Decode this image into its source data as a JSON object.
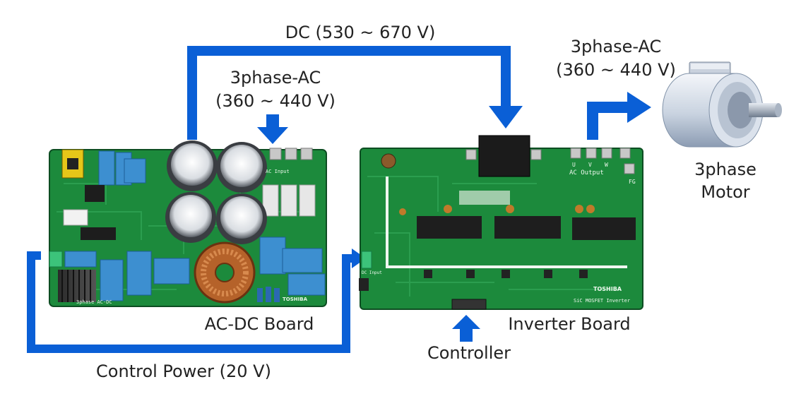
{
  "labels": {
    "dc_bus": "DC (530 ~ 670 V)",
    "input_ac_line1": "3phase-AC",
    "input_ac_line2": "(360 ~ 440 V)",
    "output_ac_line1": "3phase-AC",
    "output_ac_line2": "(360 ~ 440 V)",
    "motor_line1": "3phase",
    "motor_line2": "Motor",
    "acdc_board": "AC-DC Board",
    "inverter_board": "Inverter Board",
    "controller": "Controller",
    "control_power": "Control Power (20 V)"
  },
  "board_markings": {
    "acdc_silk": "3phase AC-DC",
    "acdc_input": "AC Input",
    "acdc_brand": "TOSHIBA",
    "inverter_ac_output": "AC Output",
    "inverter_phases": [
      "U",
      "V",
      "W"
    ],
    "inverter_brand": "TOSHIBA",
    "inverter_silk": "SiC MOSFET Inverter",
    "inverter_dc_input": "DC Input",
    "inverter_fg": "FG"
  },
  "colors": {
    "arrow": "#0a5fd6",
    "pcb": "#1c8a3c",
    "capacitor_blue": "#3d8fd0",
    "text": "#222222"
  }
}
